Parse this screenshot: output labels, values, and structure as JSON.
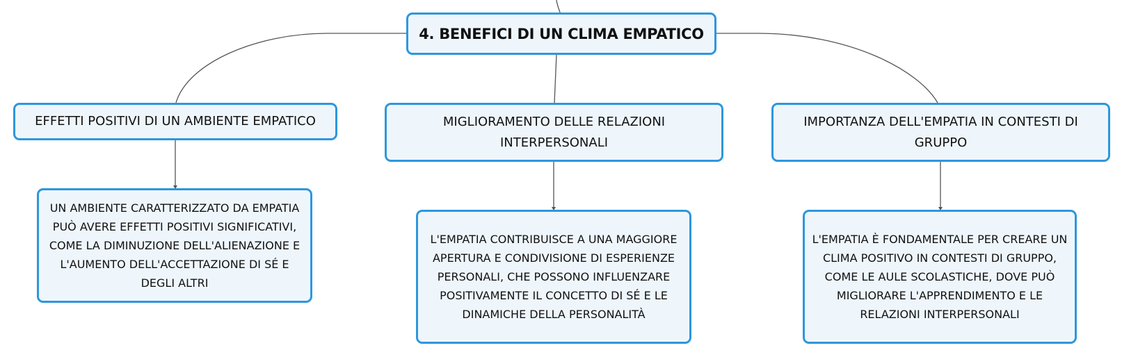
{
  "root": {
    "title": "4. BENEFICI DI UN CLIMA EMPATICO"
  },
  "branches": [
    {
      "topic": "EFFETTI POSITIVI DI UN AMBIENTE EMPATICO",
      "detail": "UN AMBIENTE CARATTERIZZATO DA EMPATIA PUÒ AVERE EFFETTI POSITIVI SIGNIFICATIVI, COME LA DIMINUZIONE DELL'ALIENAZIONE E L'AUMENTO DELL'ACCETTAZIONE DI SÉ E DEGLI ALTRI"
    },
    {
      "topic": "MIGLIORAMENTO DELLE RELAZIONI INTERPERSONALI",
      "detail": "L'EMPATIA CONTRIBUISCE A UNA MAGGIORE APERTURA E CONDIVISIONE DI ESPERIENZE PERSONALI, CHE POSSONO INFLUENZARE POSITIVAMENTE IL CONCETTO DI SÉ E LE DINAMICHE DELLA PERSONALITÀ"
    },
    {
      "topic": "IMPORTANZA DELL'EMPATIA IN CONTESTI DI GRUPPO",
      "detail": "L'EMPATIA È FONDAMENTALE PER CREARE UN CLIMA POSITIVO IN CONTESTI DI GRUPPO, COME LE AULE SCOLASTICHE, DOVE PUÒ MIGLIORARE L'APPRENDIMENTO E LE RELAZIONI INTERPERSONALI"
    }
  ],
  "colors": {
    "node_border": "#2d97dc",
    "node_fill": "#eef6fc",
    "connector": "#555555"
  }
}
